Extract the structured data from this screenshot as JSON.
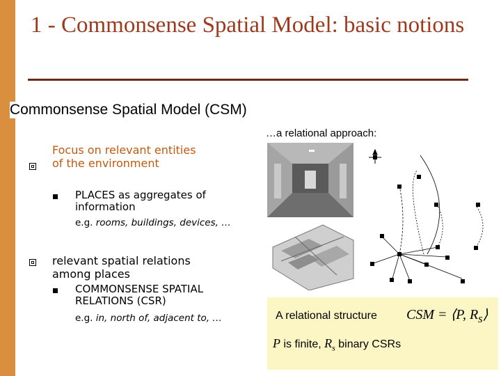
{
  "slide": {
    "title": "1 - Commonsense Spatial Model: basic notions",
    "heading": "Commonsense Spatial Model (CSM)",
    "relational_note": "…a relational approach:",
    "bullets": [
      {
        "text": "Focus on relevant entities of the environment",
        "sub": {
          "text": "PLACES as aggregates of information",
          "example_prefix": "e.g. ",
          "example": "rooms, buildings, devices, …"
        }
      },
      {
        "text": "relevant spatial relations among places",
        "sub": {
          "text": "COMMONSENSE SPATIAL RELATIONS (CSR)",
          "example_prefix": "e.g. ",
          "example": "in, north of, adjacent to, …"
        }
      }
    ],
    "caption": {
      "line1": "A relational structure",
      "formula_lhs": "CSM",
      "formula_rhs": "= ⟨P, R",
      "formula_sub": "s",
      "formula_end": "⟩",
      "p": "P",
      "line2_mid": " is finite, ",
      "rs": "R",
      "rs_sub": "s",
      "line2_end": " binary CSRs"
    },
    "colors": {
      "sidebar": "#d98f3d",
      "title": "#9c3a1e",
      "accent_text": "#c25a10",
      "caption_bg": "#fbf6c4"
    }
  }
}
